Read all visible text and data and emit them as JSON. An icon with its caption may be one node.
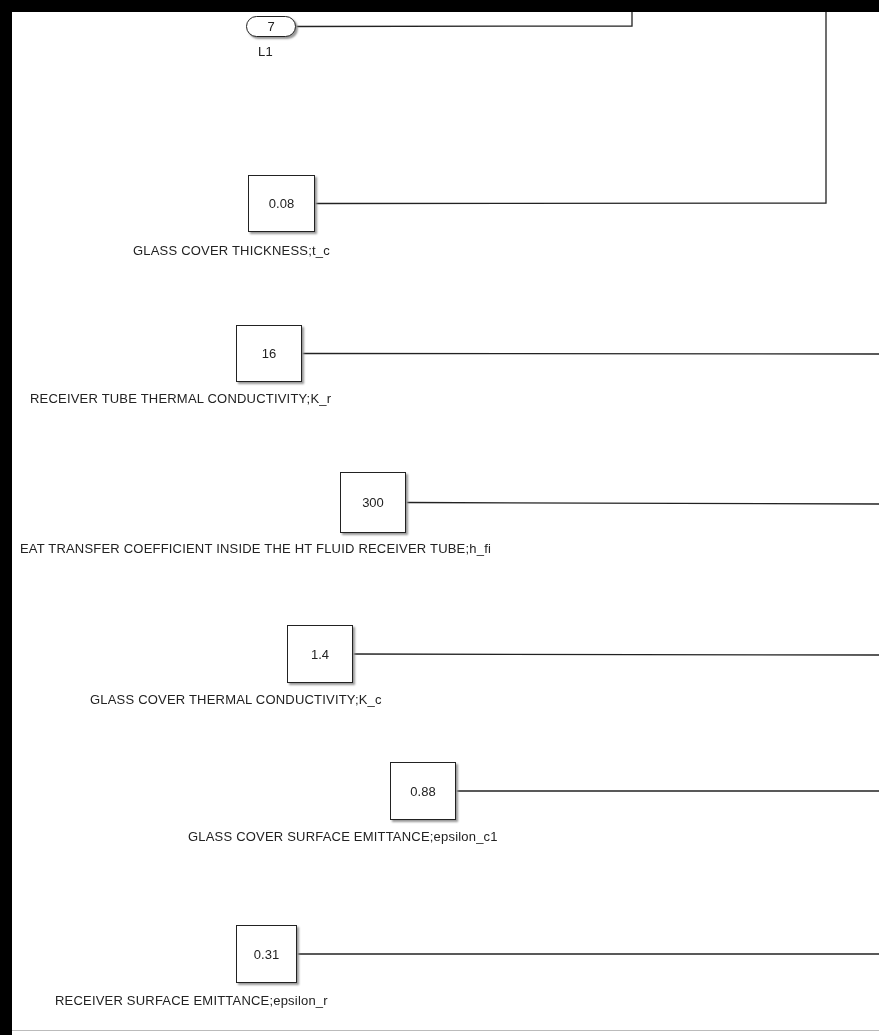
{
  "diagram": {
    "nodes": [
      {
        "text": [
          "7"
        ],
        "beside": [
          "L1"
        ]
      },
      {
        "text": [
          "0.08"
        ],
        "beside": [
          "GLASS COVER THICKNESS;t_c"
        ]
      },
      {
        "text": [
          "16"
        ],
        "beside": [
          "RECEIVER TUBE THERMAL CONDUCTIVITY;K_r"
        ]
      },
      {
        "text": [
          "300"
        ],
        "beside": [
          "EAT TRANSFER COEFFICIENT INSIDE THE HT FLUID RECEIVER TUBE;h_fi"
        ]
      },
      {
        "text": [
          "1.4"
        ],
        "beside": [
          "GLASS COVER THERMAL CONDUCTIVITY;K_c"
        ]
      },
      {
        "text": [
          "0.88"
        ],
        "beside": [
          "GLASS COVER SURFACE EMITTANCE;epsilon_c1"
        ]
      },
      {
        "text": [
          "0.31"
        ],
        "beside": [
          "RECEIVER SURFACE EMITTANCE;epsilon_r"
        ]
      }
    ],
    "edges": [
      {
        "from": 0,
        "to": null,
        "arrow": "none"
      },
      {
        "from": 1,
        "to": null,
        "arrow": "none"
      },
      {
        "from": 2,
        "to": null,
        "arrow": "none"
      },
      {
        "from": 3,
        "to": null,
        "arrow": "none"
      },
      {
        "from": 4,
        "to": null,
        "arrow": "none"
      },
      {
        "from": 5,
        "to": null,
        "arrow": "none"
      },
      {
        "from": 6,
        "to": null,
        "arrow": "none"
      }
    ]
  }
}
